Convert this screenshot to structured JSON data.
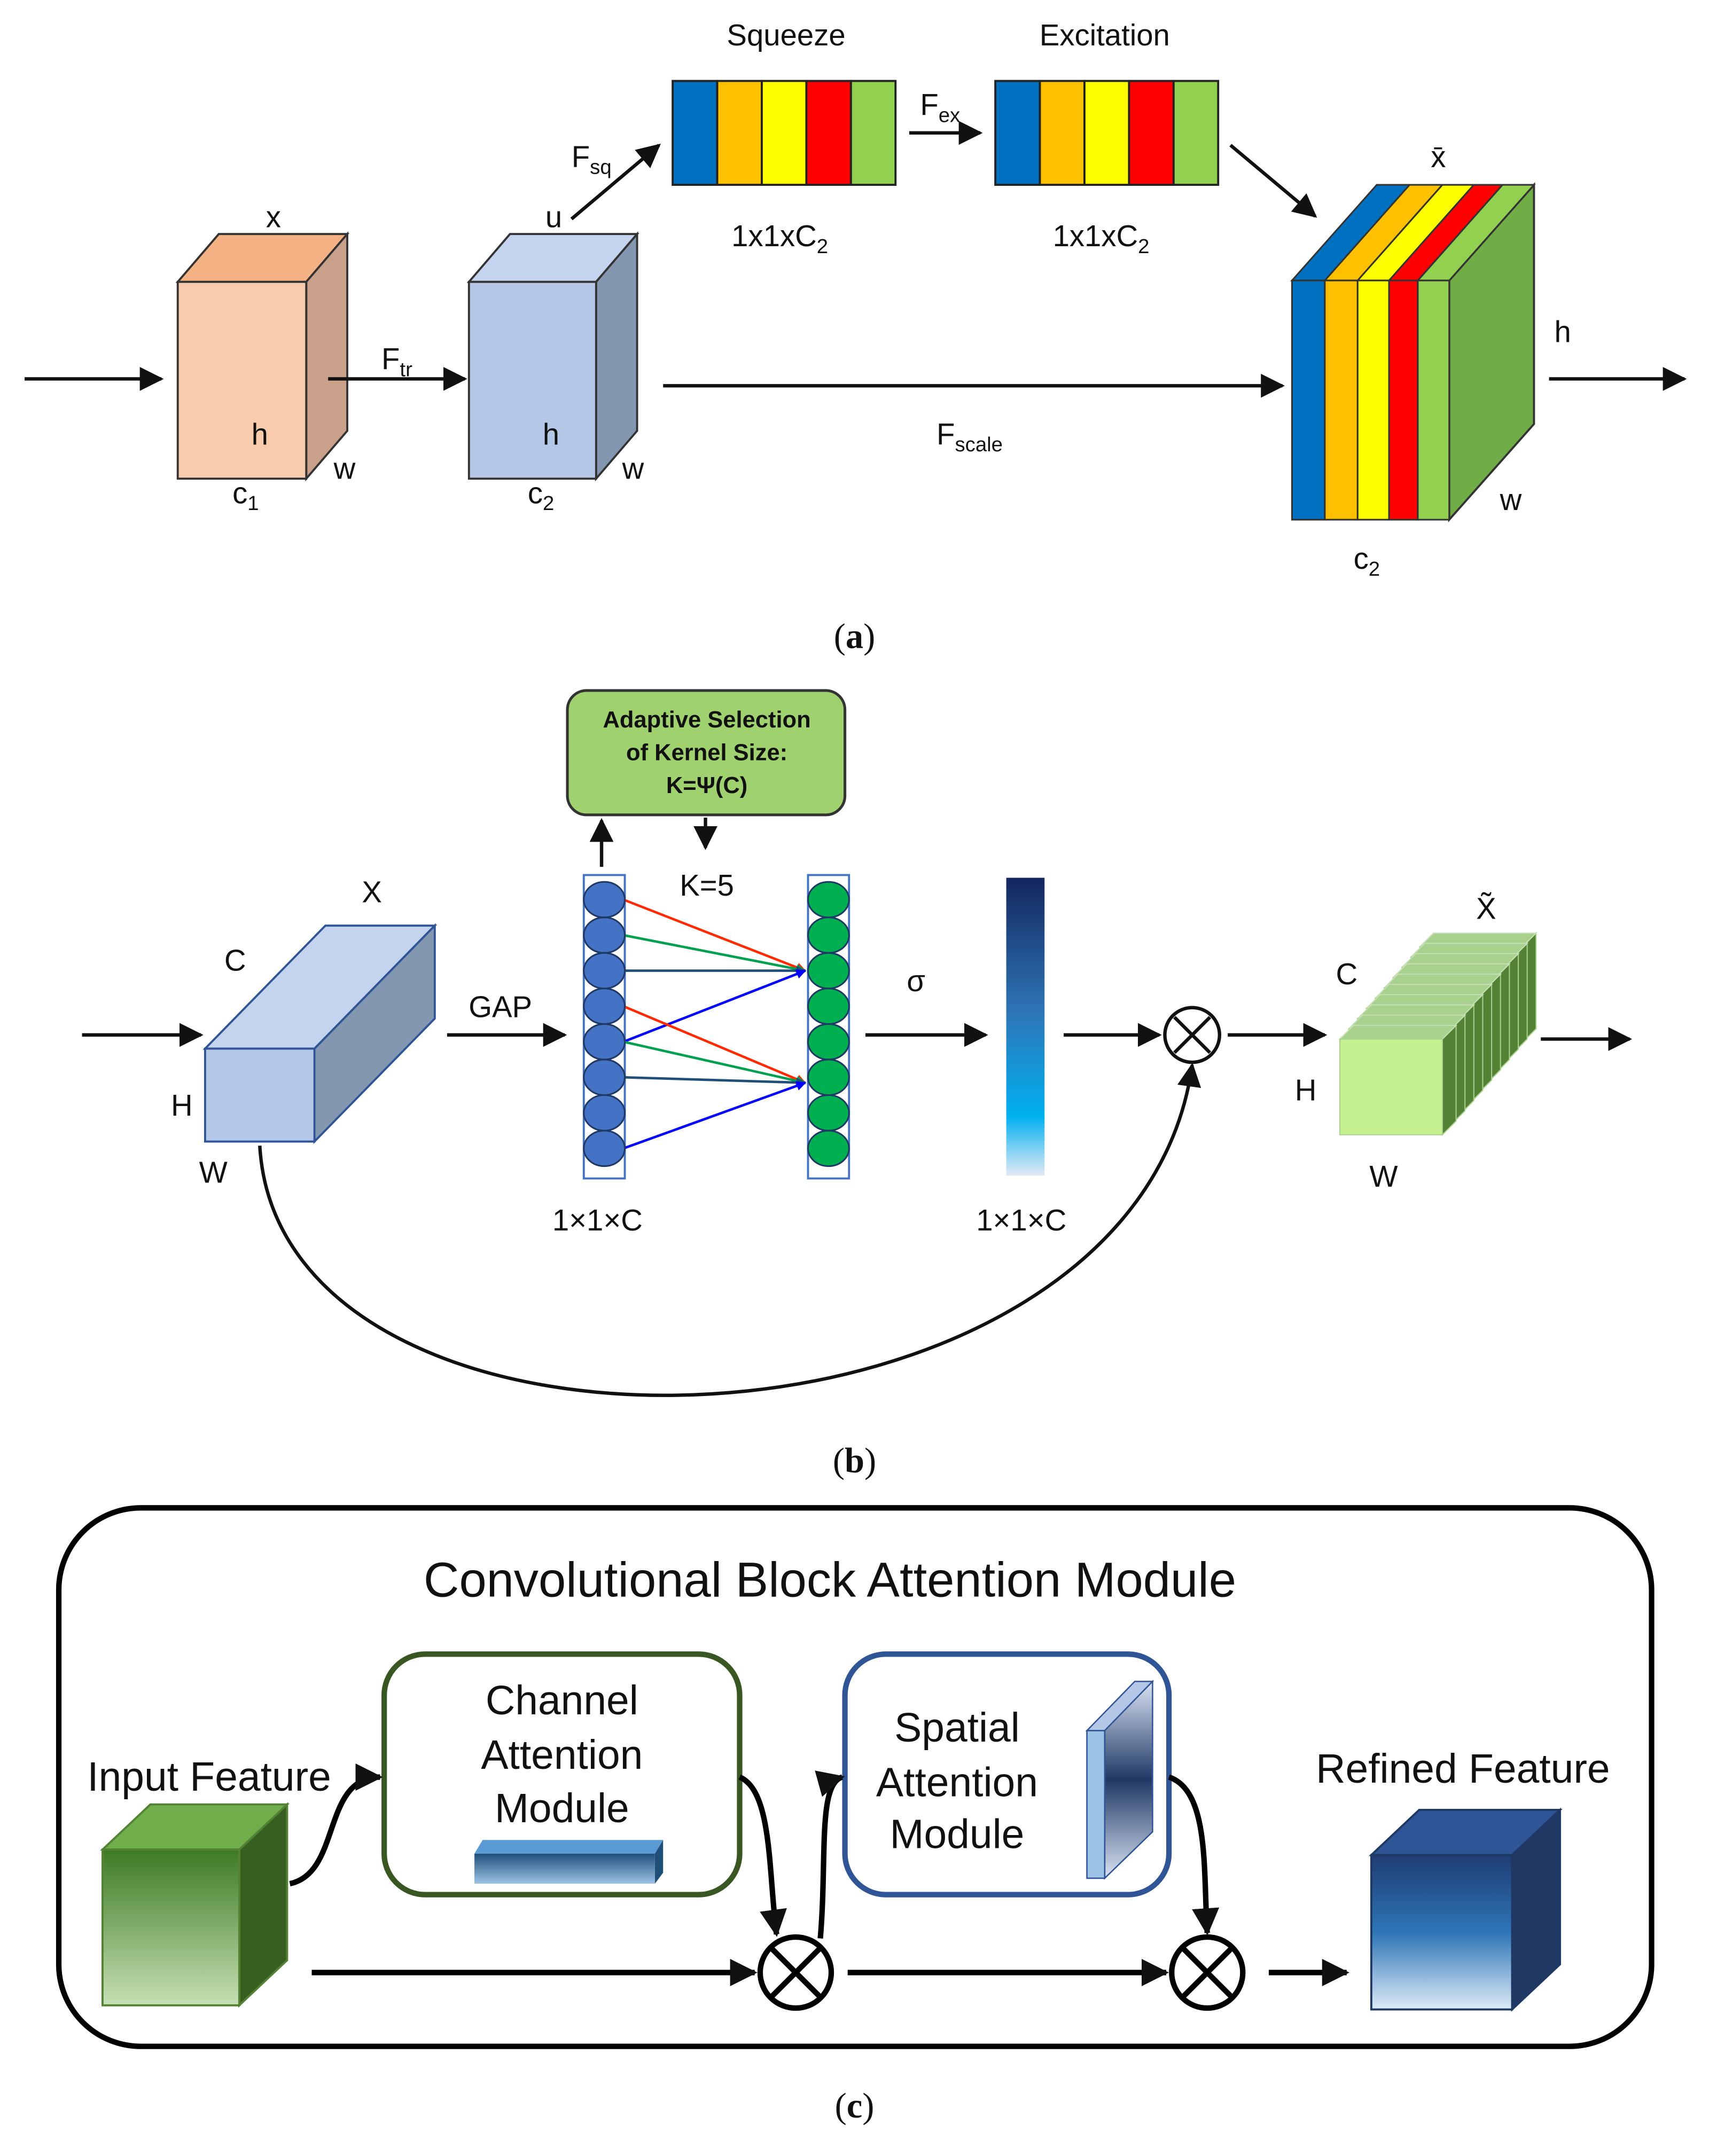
{
  "panel_a": {
    "caption": "a",
    "squeeze_label": "Squeeze",
    "excitation_label": "Excitation",
    "squeeze_dim": {
      "base": "1x1xC",
      "sub": "2"
    },
    "excitation_dim": {
      "base": "1x1xC",
      "sub": "2"
    },
    "f_tr": {
      "base": "F",
      "sub": "tr"
    },
    "f_sq": {
      "base": "F",
      "sub": "sq"
    },
    "f_ex": {
      "base": "F",
      "sub": "ex"
    },
    "f_scale": {
      "base": "F",
      "sub": "scale"
    },
    "input_block": {
      "top": "x",
      "height": "h",
      "width": "w",
      "channels": {
        "base": "c",
        "sub": "1"
      }
    },
    "u_block": {
      "top": "u",
      "height": "h",
      "width": "w",
      "channels": {
        "base": "c",
        "sub": "2"
      }
    },
    "output_block": {
      "top": "x̄",
      "height": "h",
      "width": "w",
      "channels": {
        "base": "c",
        "sub": "2"
      }
    },
    "channel_colors": [
      "#0070c0",
      "#ffc000",
      "#ffff00",
      "#ff0000",
      "#92d050"
    ]
  },
  "panel_b": {
    "caption": "b",
    "adaptive_box": [
      "Adaptive Selection",
      "of Kernel Size:",
      "K=Ψ(C)"
    ],
    "kernel_label": "K=5",
    "input_block": {
      "top": "X",
      "channels": "C",
      "height": "H",
      "width": "W"
    },
    "gap_label": "GAP",
    "sigma_label": "σ",
    "dim_left": "1×1×C",
    "dim_right": "1×1×C",
    "multiply_symbol": "⊗",
    "output_block": {
      "top": "X̃",
      "channels": "C",
      "height": "H",
      "width": "W"
    }
  },
  "panel_c": {
    "caption": "c",
    "title": "Convolutional Block Attention Module",
    "input_label": "Input Feature",
    "channel_module": [
      "Channel",
      "Attention",
      "Module"
    ],
    "spatial_module": [
      "Spatial",
      "Attention",
      "Module"
    ],
    "refined_label": "Refined Feature",
    "channel_module_border": "#385723",
    "spatial_module_border": "#2f5597"
  }
}
